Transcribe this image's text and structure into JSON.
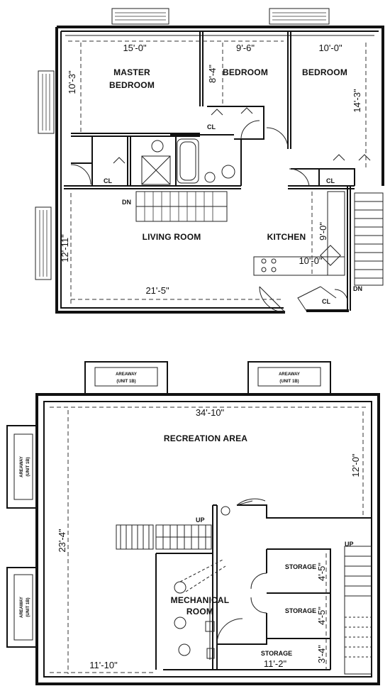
{
  "upper": {
    "rooms": {
      "master_line1": "MASTER",
      "master_line2": "BEDROOM",
      "bedroom_a": "BEDROOM",
      "bedroom_b": "BEDROOM",
      "living": "LIVING ROOM",
      "kitchen": "KITCHEN",
      "closet": "CL",
      "down": "DN"
    },
    "dims": {
      "master_width": "15'-0\"",
      "bedroom_a_width": "9'-6\"",
      "bedroom_b_width": "10'-0\"",
      "master_depth": "10'-3\"",
      "bedroom_a_depth": "8'-4\"",
      "bedroom_b_depth": "14'-3\"",
      "living_depth": "12'-11\"",
      "kitchen_depth": "9'-0\"",
      "kitchen_width": "10'-0\"",
      "living_width": "21'-5\""
    }
  },
  "lower": {
    "rooms": {
      "recreation": "RECREATION AREA",
      "mechanical_line1": "MECHANICAL",
      "mechanical_line2": "ROOM",
      "storage": "STORAGE",
      "up": "UP",
      "areaway": "AREAWAY",
      "areaway_unit": "(UNIT 1B)"
    },
    "dims": {
      "overall_width": "34'-10\"",
      "rec_depth": "12'-0\"",
      "overall_depth": "23'-4\"",
      "bottom_left": "11'-10\"",
      "storage_width": "11'-2\"",
      "storage1_depth": "4'-5\"",
      "storage2_depth": "4'-5\"",
      "storage3_depth": "3'-4\""
    }
  }
}
